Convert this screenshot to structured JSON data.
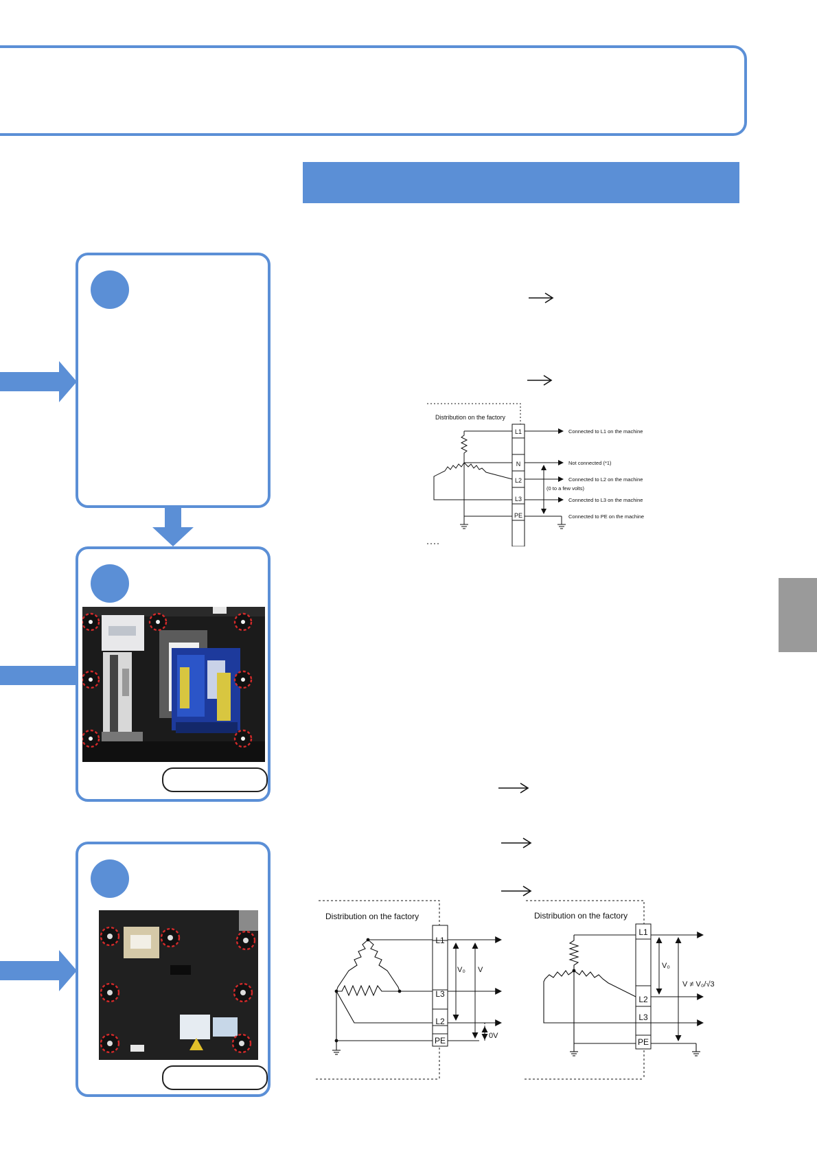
{
  "page": {
    "step_panels": [
      {
        "id": "panel-1"
      },
      {
        "id": "panel-2"
      },
      {
        "id": "panel-3"
      }
    ]
  },
  "diagram_top": {
    "heading": "Distribution on the factory",
    "terminals": [
      "L1",
      "N",
      "L2",
      "L3",
      "PE"
    ],
    "labels": [
      "Connected to L1 on the machine",
      "Not connected (*1)",
      "Connected to L2 on the machine",
      "Connected to L3 on the machine",
      "Connected to PE on the machine"
    ],
    "voltage_note": "(0 to a few volts)"
  },
  "diagram_delta": {
    "heading": "Distribution on the factory",
    "terminals": [
      "L1",
      "L3",
      "L2",
      "PE"
    ],
    "v0_label": "V₀",
    "v_label": "V",
    "zero_label": "0V"
  },
  "diagram_star": {
    "heading": "Distribution on the factory",
    "terminals": [
      "L1",
      "L2",
      "L3",
      "PE"
    ],
    "v0_label": "V₀",
    "relation_label": "V ≠ V₀/√3"
  },
  "colors": {
    "accent": "#5b8fd6",
    "marker_red": "#d42a2a",
    "tab_gray": "#9a9a9a"
  },
  "icons": [
    "right-arrow-icon",
    "down-arrow-icon",
    "long-arrow-icon",
    "ground-icon"
  ]
}
